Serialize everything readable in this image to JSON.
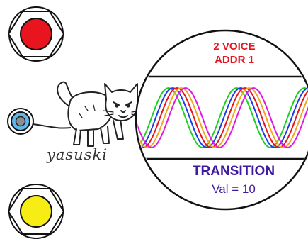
{
  "display": {
    "voice_line": "2 VOICE",
    "address_line": "ADDR 1",
    "mode": "TRANSITION",
    "value_text": "Val = 10"
  },
  "logo": {
    "text": "yasuski"
  },
  "buttons": {
    "top": {
      "color": "#e8141e"
    },
    "bottom": {
      "color": "#f7ec14"
    }
  },
  "jack": {
    "color": "#5fb6e8"
  },
  "waves": [
    {
      "color": "#1fd11f"
    },
    {
      "color": "#1a3df0"
    },
    {
      "color": "#e8141e"
    },
    {
      "color": "#f0a81a"
    },
    {
      "color": "#e01ae0"
    }
  ]
}
